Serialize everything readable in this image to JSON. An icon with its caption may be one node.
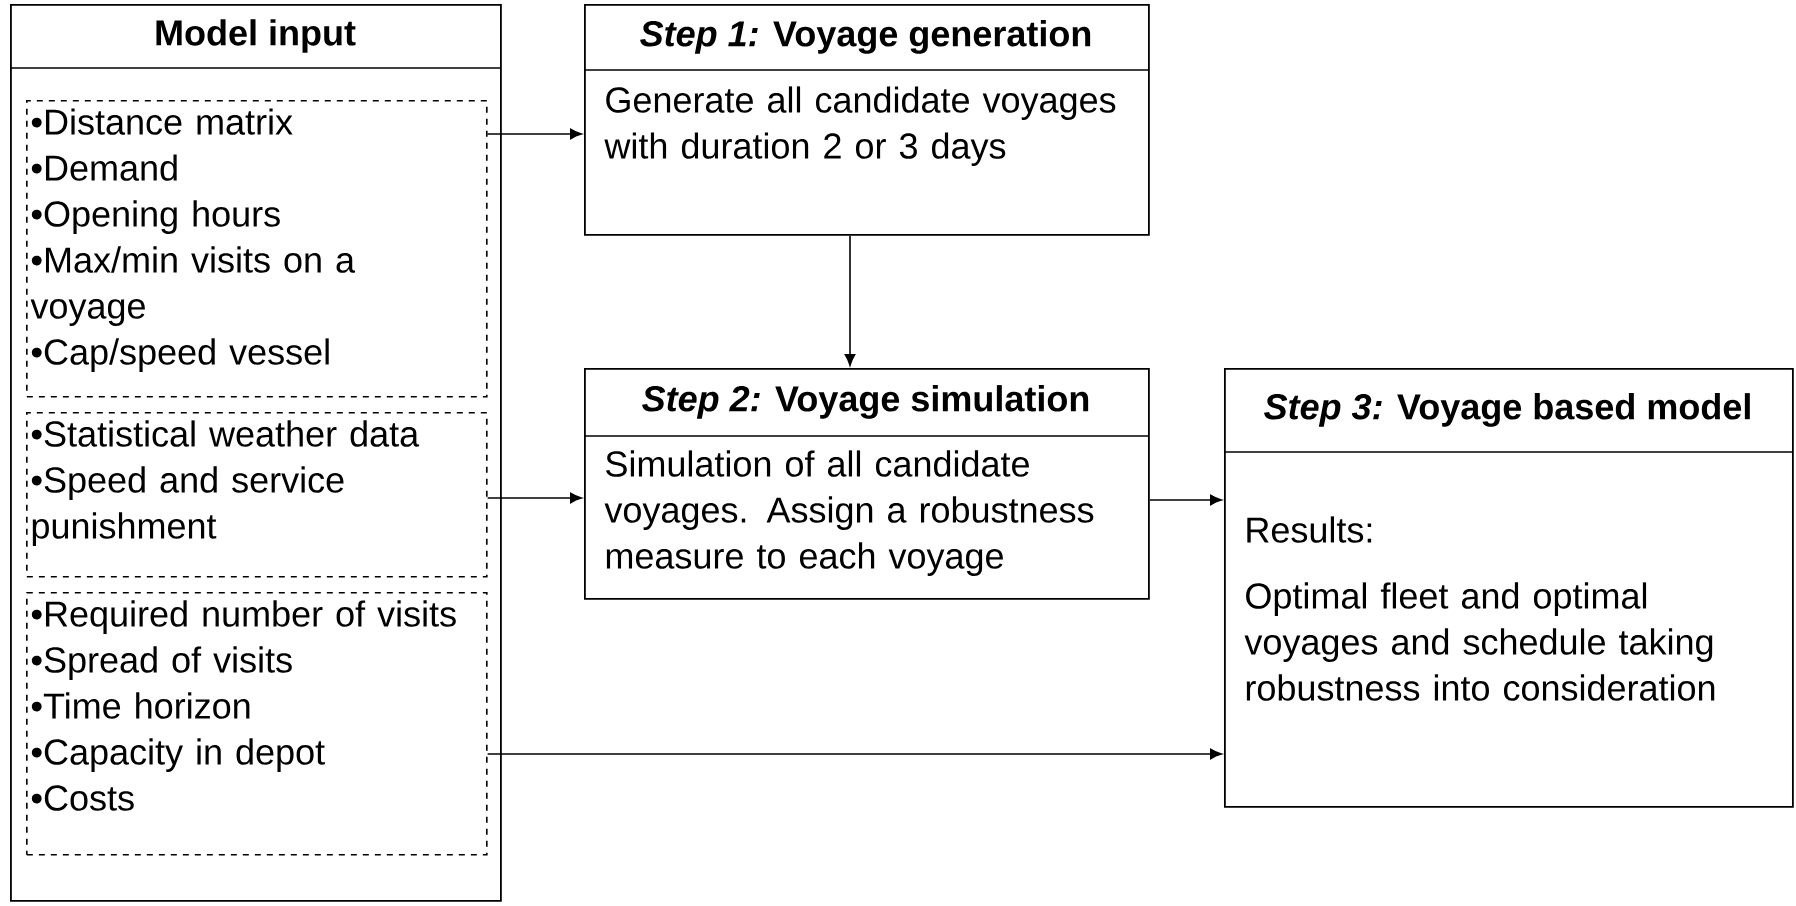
{
  "diagram": {
    "nodes": [
      {
        "text": [
          "Model input"
        ]
      },
      {
        "text": [
          "•Distance matrix",
          "•Demand",
          "•Opening hours",
          "•Max/min visits on a voyage",
          "•Cap/speed vessel"
        ],
        "in": 0
      },
      {
        "text": [
          "•Statistical weather data",
          "•Speed and service punishment"
        ],
        "in": 0
      },
      {
        "text": [
          "•Required number of visits",
          "•Spread of visits",
          "•Time horizon",
          "•Capacity in depot",
          "•Costs"
        ],
        "in": 0
      },
      {
        "text": [
          "*Step 1:* Voyage generation",
          "Generate all candidate voyages with duration 2 or 3 days"
        ]
      },
      {
        "text": [
          "*Step 2:* Voyage simulation",
          "Simulation of all candidate voyages. Assign a robustness measure to each voyage"
        ]
      },
      {
        "text": [
          "*Step 3:* Voyage based model",
          "Results:",
          "Optimal fleet and optimal voyages and schedule taking robustness into consideration"
        ]
      }
    ],
    "edges": [
      {
        "from": 1,
        "to": 4,
        "arrow": "to"
      },
      {
        "from": 4,
        "to": 5,
        "arrow": "to"
      },
      {
        "from": 2,
        "to": 5,
        "arrow": "to"
      },
      {
        "from": 5,
        "to": 6,
        "arrow": "to"
      },
      {
        "from": 3,
        "to": 6,
        "arrow": "to"
      }
    ]
  }
}
